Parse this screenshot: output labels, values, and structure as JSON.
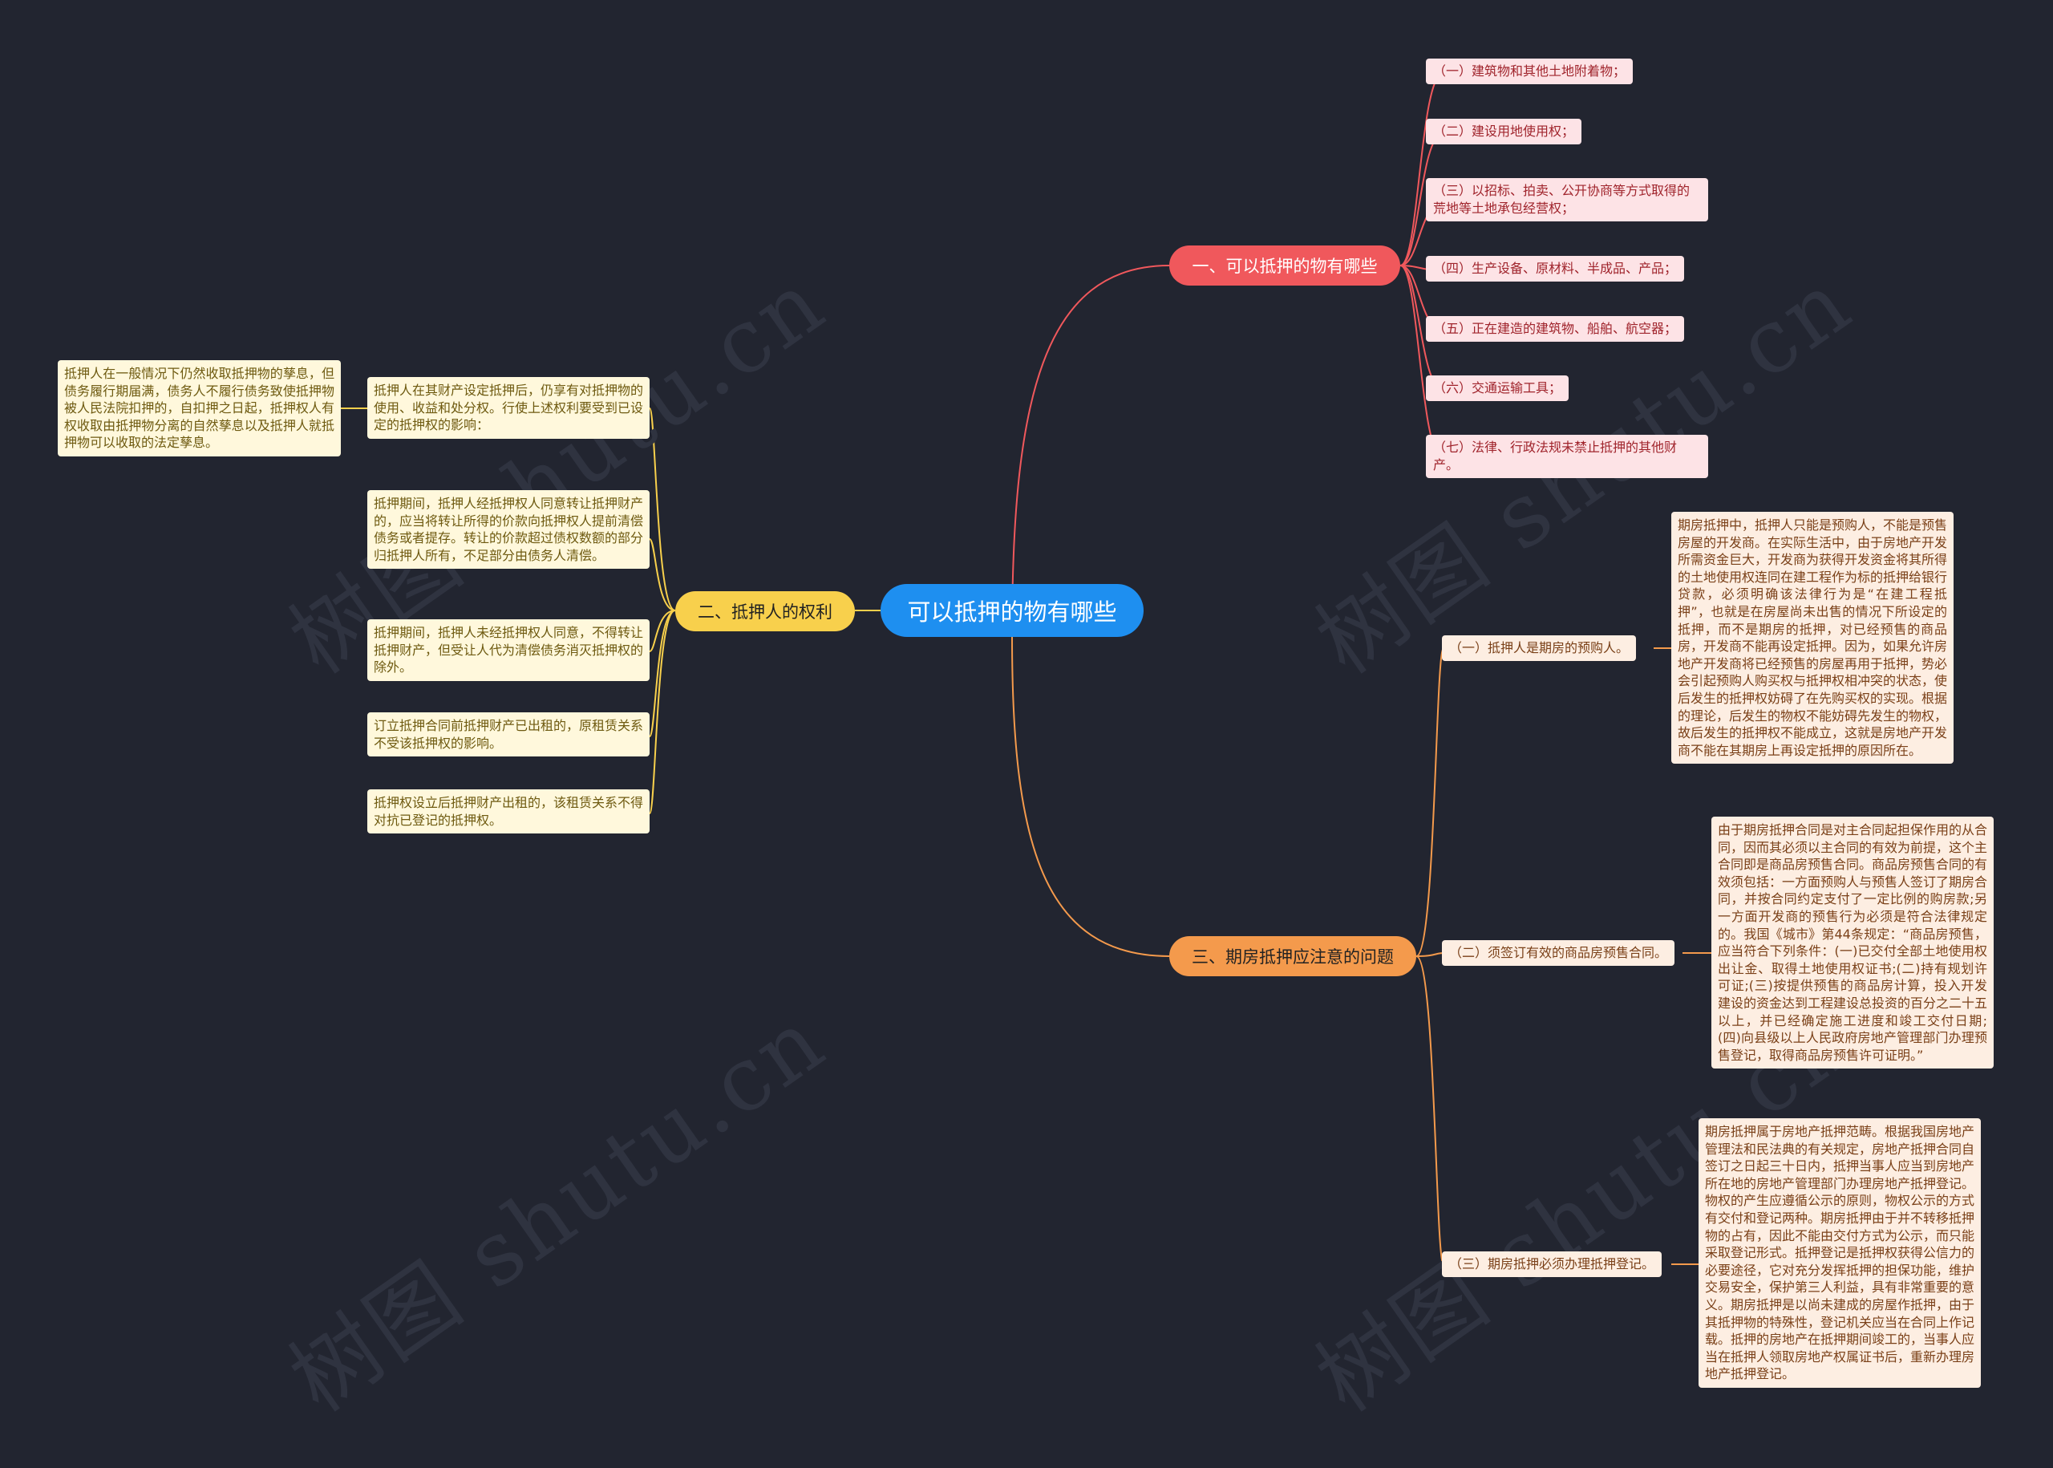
{
  "root": {
    "title": "可以抵押的物有哪些"
  },
  "branch1": {
    "title": "一、可以抵押的物有哪些",
    "items": [
      "（一）建筑物和其他土地附着物；",
      "（二）建设用地使用权；",
      "（三）以招标、拍卖、公开协商等方式取得的荒地等土地承包经营权；",
      "（四）生产设备、原材料、半成品、产品；",
      "（五）正在建造的建筑物、船舶、航空器；",
      "（六）交通运输工具；",
      "（七）法律、行政法规未禁止抵押的其他财产。"
    ]
  },
  "branch2": {
    "title": "二、抵押人的权利",
    "items": [
      "抵押人在其财产设定抵押后，仍享有对抵押物的使用、收益和处分权。行使上述权利要受到已设定的抵押权的影响：",
      "抵押期间，抵押人经抵押权人同意转让抵押财产的，应当将转让所得的价款向抵押权人提前清偿债务或者提存。转让的价款超过债权数额的部分归抵押人所有，不足部分由债务人清偿。",
      "抵押期间，抵押人未经抵押权人同意，不得转让抵押财产，但受让人代为清偿债务消灭抵押权的除外。",
      "订立抵押合同前抵押财产已出租的，原租赁关系不受该抵押权的影响。",
      "抵押权设立后抵押财产出租的，该租赁关系不得对抗已登记的抵押权。"
    ],
    "detail": "抵押人在一般情况下仍然收取抵押物的孳息，但债务履行期届满，债务人不履行债务致使抵押物被人民法院扣押的，自扣押之日起，抵押权人有权收取由抵押物分离的自然孳息以及抵押人就抵押物可以收取的法定孳息。"
  },
  "branch3": {
    "title": "三、期房抵押应注意的问题",
    "items": [
      {
        "label": "（一）抵押人是期房的预购人。",
        "detail": "期房抵押中，抵押人只能是预购人，不能是预售房屋的开发商。在实际生活中，由于房地产开发所需资金巨大，开发商为获得开发资金将其所得的土地使用权连同在建工程作为标的抵押给银行贷款，必须明确该法律行为是“在建工程抵押”，也就是在房屋尚未出售的情况下所设定的抵押，而不是期房的抵押，对已经预售的商品房，开发商不能再设定抵押。因为，如果允许房地产开发商将已经预售的房屋再用于抵押，势必会引起预购人购买权与抵押权相冲突的状态，使后发生的抵押权妨碍了在先购买权的实现。根据的理论，后发生的物权不能妨碍先发生的物权，故后发生的抵押权不能成立，这就是房地产开发商不能在其期房上再设定抵押的原因所在。"
      },
      {
        "label": "（二）须签订有效的商品房预售合同。",
        "detail": "由于期房抵押合同是对主合同起担保作用的从合同，因而其必须以主合同的有效为前提，这个主合同即是商品房预售合同。商品房预售合同的有效须包括：一方面预购人与预售人签订了期房合同，并按合同约定支付了一定比例的购房款;另一方面开发商的预售行为必须是符合法律规定的。我国《城市》第44条规定：“商品房预售，应当符合下列条件：(一)已交付全部土地使用权出让金、取得土地使用权证书;(二)持有规划许可证;(三)按提供预售的商品房计算，投入开发建设的资金达到工程建设总投资的百分之二十五以上，并已经确定施工进度和竣工交付日期;(四)向县级以上人民政府房地产管理部门办理预售登记，取得商品房预售许可证明。”"
      },
      {
        "label": "（三）期房抵押必须办理抵押登记。",
        "detail": "期房抵押属于房地产抵押范畴。根据我国房地产管理法和民法典的有关规定，房地产抵押合同自签订之日起三十日内，抵押当事人应当到房地产所在地的房地产管理部门办理房地产抵押登记。物权的产生应遵循公示的原则，物权公示的方式有交付和登记两种。期房抵押由于并不转移抵押物的占有，因此不能由交付方式为公示，而只能采取登记形式。抵押登记是抵押权获得公信力的必要途径，它对充分发挥抵押的担保功能，维护交易安全，保护第三人利益，具有非常重要的意义。期房抵押是以尚未建成的房屋作抵押，由于其抵押物的特殊性，登记机关应当在合同上作记载。抵押的房地产在抵押期间竣工的，当事人应当在抵押人领取房地产权属证书后，重新办理房地产抵押登记。"
      }
    ]
  },
  "watermark": "树图 shutu.cn",
  "colors": {
    "background": "#222530",
    "root": "#1e8ff0",
    "branch1": "#f0585c",
    "branch2": "#f8d04c",
    "branch3": "#f49a4c"
  }
}
